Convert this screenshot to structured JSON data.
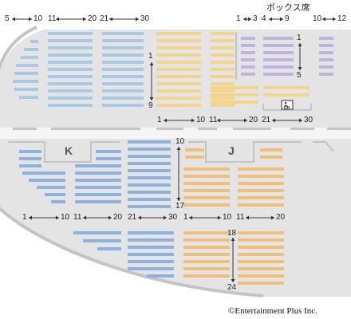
{
  "colors": {
    "floor": "#e4e4e4",
    "walkway": "#f5f5f5",
    "wall": "#c4c4c4",
    "blue_light": "#a9c8e6",
    "blue": "#8fb1e0",
    "yellow": "#f3d48c",
    "orange": "#f0bd7a",
    "purple": "#bdb4e0",
    "arrow": "#333333"
  },
  "header": {
    "box_label": "ボックス席"
  },
  "blocks": {
    "k": "K",
    "j": "J"
  },
  "icons": {
    "wheelchair": "wheelchair-icon",
    "arrow": "arrow-icon"
  },
  "copyright": "©Entertainment Plus Inc.",
  "labels": {
    "top_l1": "5",
    "top_l2": "10",
    "top_l3": "11",
    "top_l4": "20",
    "top_l5": "21",
    "top_l6": "30",
    "box_b1": "1",
    "box_b2": "3",
    "box_b3": "4",
    "box_b4": "9",
    "box_b5": "10",
    "box_b6": "12",
    "box_r1": "1",
    "box_r2": "5",
    "up_r1": "1",
    "up_r2": "9",
    "mid_r1": "1",
    "mid_r2": "10",
    "mid_r3": "11",
    "mid_r4": "20",
    "mid_r5": "21",
    "mid_r6": "30",
    "lo_r1": "10",
    "lo_r2": "17",
    "lo_c1": "1",
    "lo_c2": "10",
    "lo_c3": "11",
    "lo_c4": "20",
    "lo_c5": "21",
    "lo_c6": "30",
    "lo_c7": "1",
    "lo_c8": "10",
    "lo_c9": "11",
    "lo_c10": "20",
    "bot_r1": "18",
    "bot_r2": "24"
  }
}
